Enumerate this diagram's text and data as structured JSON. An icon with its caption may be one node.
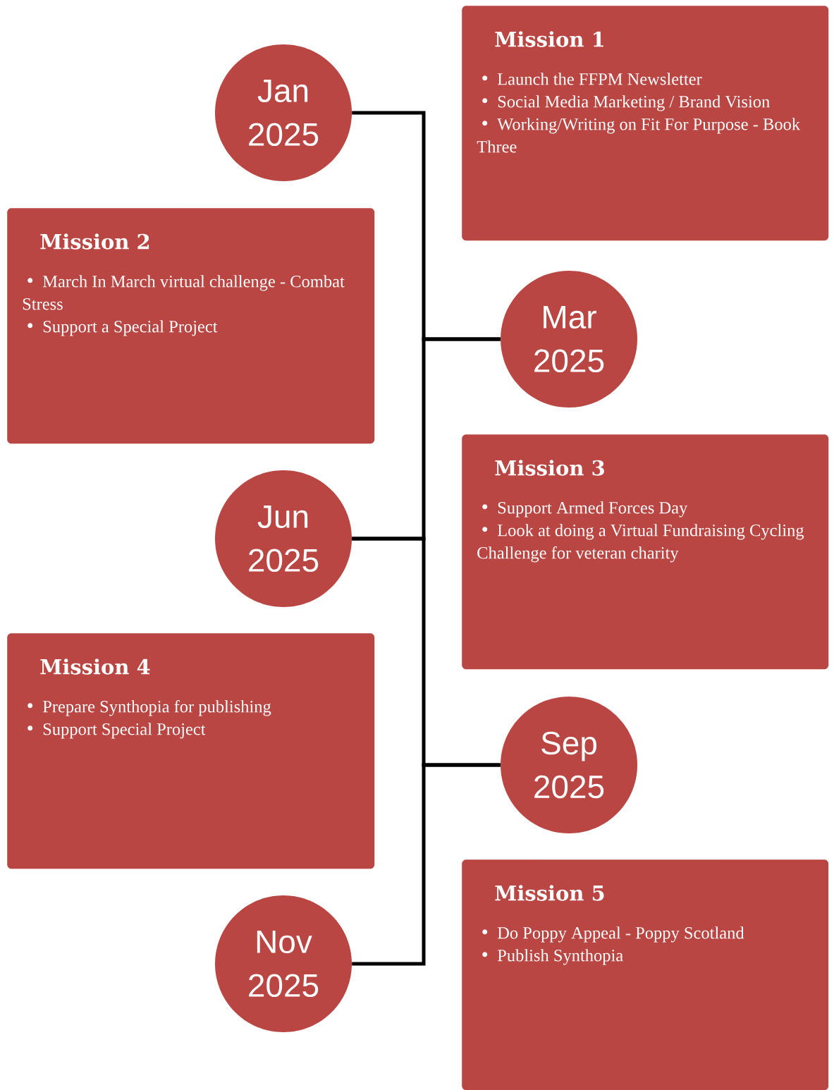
{
  "diagram": {
    "nodes": [
      {
        "text": [
          "Mission 1",
          "Launch the FFPM Newsletter",
          "Social Media Marketing / Brand Vision",
          "Working/Writing on Fit For Purpose - Book Three"
        ]
      },
      {
        "text": [
          "Jan 2025"
        ]
      },
      {
        "text": [
          "Mission 2",
          "March In March virtual challenge - Combat Stress",
          "Support  a Special Project"
        ]
      },
      {
        "text": [
          "Mar 2025"
        ]
      },
      {
        "text": [
          "Mission 3",
          "Support Armed Forces Day",
          "Look at doing a Virtual Fundraising Cycling Challenge for veteran charity"
        ]
      },
      {
        "text": [
          "Jun 2025"
        ]
      },
      {
        "text": [
          "Mission 4",
          "Prepare Synthopia for publishing",
          "Support Special Project"
        ]
      },
      {
        "text": [
          "Sep 2025"
        ]
      },
      {
        "text": [
          "Mission 5",
          "Do Poppy Appeal - Poppy Scotland",
          "Publish Synthopia"
        ]
      },
      {
        "text": [
          "Nov 2025"
        ]
      }
    ],
    "edges": [
      {
        "from": 1,
        "to": 3,
        "arrow": "none"
      },
      {
        "from": 3,
        "to": 5,
        "arrow": "none"
      },
      {
        "from": 5,
        "to": 7,
        "arrow": "none"
      },
      {
        "from": 7,
        "to": 9,
        "arrow": "none"
      }
    ]
  }
}
